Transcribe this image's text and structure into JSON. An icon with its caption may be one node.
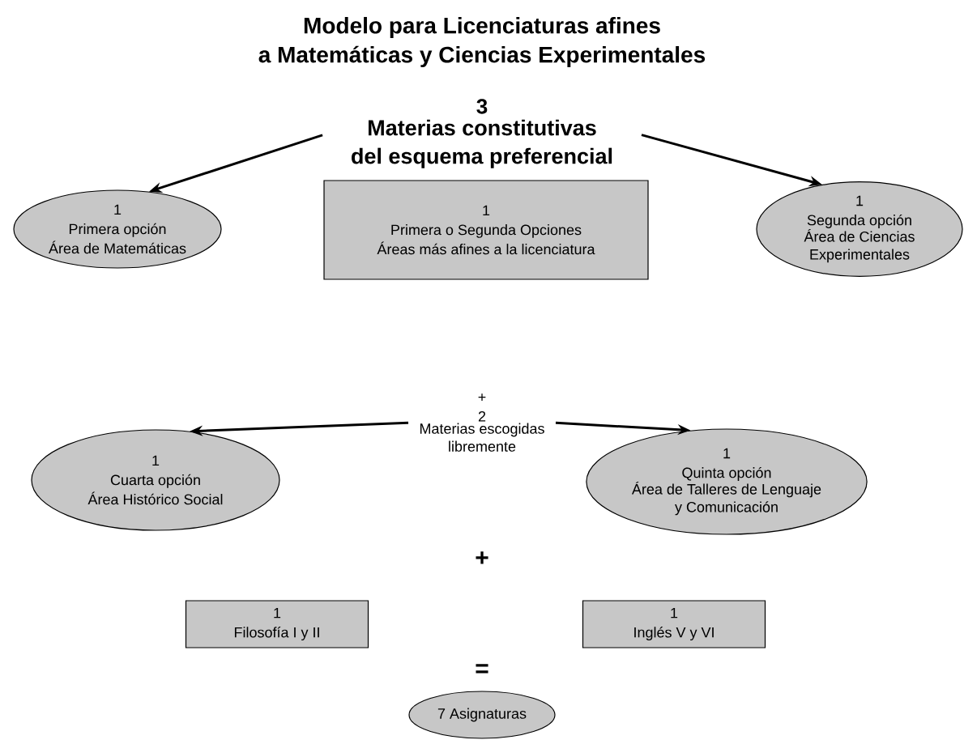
{
  "diagram": {
    "title": "Modelo para Licenciaturas afines a Matemáticas y Ciencias Experimentales",
    "nodes": [
      {
        "text": [
          "3",
          "Materias constitutivas del esquema preferencial"
        ]
      },
      {
        "text": [
          "1",
          "Primera opción",
          "Área de Matemáticas"
        ]
      },
      {
        "text": [
          "1",
          "Primera o Segunda Opciones",
          "Áreas más afines a la licenciatura"
        ]
      },
      {
        "text": [
          "1",
          "Segunda opción",
          "Área de Ciencias Experimentales"
        ]
      },
      {
        "text": [
          "+",
          "2",
          "Materias escogidas libremente"
        ]
      },
      {
        "text": [
          "1",
          "Cuarta opción",
          "Área Histórico Social"
        ]
      },
      {
        "text": [
          "1",
          "Quinta opción",
          "Área de Talleres de Lenguaje y Comunicación"
        ]
      },
      {
        "text": [
          "1",
          "Filosofía I y II"
        ]
      },
      {
        "text": [
          "1",
          "Inglés V y VI"
        ]
      },
      {
        "text": [
          "7 Asignaturas"
        ]
      }
    ],
    "edges": [
      {
        "from": 0,
        "to": 1,
        "arrow": "to"
      },
      {
        "from": 0,
        "to": 3,
        "arrow": "to"
      },
      {
        "from": 4,
        "to": 5,
        "arrow": "to"
      },
      {
        "from": 4,
        "to": 6,
        "arrow": "to"
      }
    ],
    "labels": [
      "+",
      "="
    ]
  }
}
